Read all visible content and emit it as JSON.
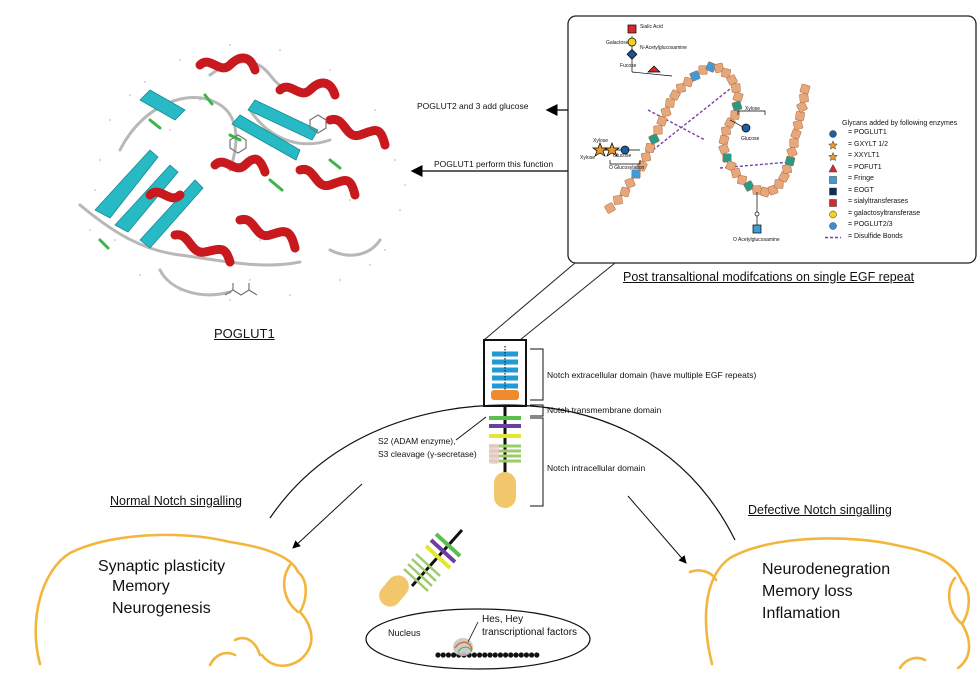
{
  "protein": {
    "name_label": "POGLUT1"
  },
  "arrows": {
    "poglut23_label": "POGLUT2 and 3 add glucose",
    "poglut1_label": "POGLUT1 perform this function"
  },
  "egf_box": {
    "caption": "Post transaltional modifcations on single EGF repeat",
    "top_labels": [
      "Sialic Acid",
      "Galactose",
      "N-Acetylglucosamine",
      "Fucose"
    ],
    "left_labels": [
      "Xylose",
      "Xylose",
      "Glucose",
      "O Glucosylation"
    ],
    "right_labels": [
      "Xylose",
      "Glucose"
    ],
    "bottom_label": "O Acetylglucosamine",
    "legend": {
      "title": "Glycans added by following enzymes",
      "items": [
        {
          "symbol": "circle",
          "color": "#1f5fa0",
          "label": "POGLUT1"
        },
        {
          "symbol": "star",
          "color": "#e89a2c",
          "label": "GXYLT 1/2"
        },
        {
          "symbol": "star",
          "color": "#e89a2c",
          "label": "XXYLT1"
        },
        {
          "symbol": "triangle",
          "color": "#d62a2a",
          "label": "POFUT1"
        },
        {
          "symbol": "square",
          "color": "#3f9ad8",
          "label": "Fringe"
        },
        {
          "symbol": "square",
          "color": "#0d2f5c",
          "label": "EOGT"
        },
        {
          "symbol": "square",
          "color": "#d62a2a",
          "label": "sialyltransferases"
        },
        {
          "symbol": "circle",
          "color": "#f2d21c",
          "label": "galactosyltransferase"
        },
        {
          "symbol": "circle",
          "color": "#3f8fd0",
          "label": "POGLUT2/3"
        },
        {
          "symbol": "dashes",
          "color": "#7b3fa8",
          "label": "Disulfide Bonds"
        }
      ]
    }
  },
  "notch": {
    "extracellular": "Notch extracellular domain (have multiple EGF repeats)",
    "transmembrane": "Notch transmembrane domain",
    "intracellular": "Notch intracellular domain",
    "cleavage_line1": "S2 (ADAM enzyme),",
    "cleavage_line2": "S3 cleavage (γ-secretase)"
  },
  "normal": {
    "title": "Normal Notch singalling",
    "items": [
      "Synaptic plasticity",
      "Memory",
      "Neurogenesis"
    ]
  },
  "defective": {
    "title": "Defective Notch singalling",
    "items": [
      "Neurodenegration",
      "Memory loss",
      "Inflamation"
    ]
  },
  "nucleus": {
    "label": "Nucleus",
    "factor_line1": "Hes, Hey",
    "factor_line2": "transcriptional factors"
  },
  "colors": {
    "brain": "#f2b63c",
    "egf_bead": "#e8a77a",
    "helix": "#c8191e",
    "sheet": "#27b9c4",
    "coil": "#b0b0b0"
  }
}
